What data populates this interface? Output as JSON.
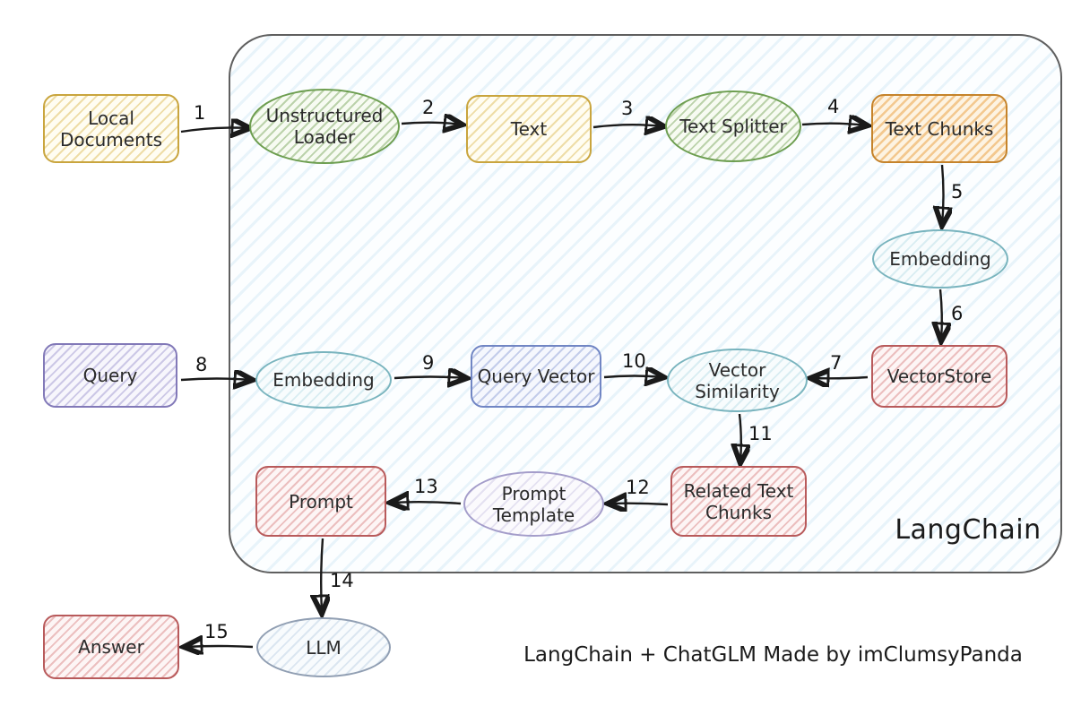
{
  "container_label": "LangChain",
  "caption": "LangChain + ChatGLM Made by imClumsyPanda",
  "colors": {
    "yellow": "#c9a53e",
    "green": "#6d9e50",
    "orange": "#c5832b",
    "teal": "#79b4be",
    "red": "#b85a5b",
    "purple": "#8279b8",
    "blue": "#7186c4",
    "lavender": "#a49dca",
    "greyblue": "#919fb3",
    "container_fill": "#eaf4fb",
    "arrow": "#1a1a1a"
  },
  "nodes": {
    "local_documents": {
      "label": "Local Documents",
      "shape": "rectangle",
      "color": "yellow"
    },
    "unstructured_loader": {
      "label": "Unstructured Loader",
      "shape": "ellipse",
      "color": "green"
    },
    "text": {
      "label": "Text",
      "shape": "rectangle",
      "color": "yellow"
    },
    "text_splitter": {
      "label": "Text Splitter",
      "shape": "ellipse",
      "color": "green"
    },
    "text_chunks": {
      "label": "Text Chunks",
      "shape": "rectangle",
      "color": "orange"
    },
    "embedding_docs": {
      "label": "Embedding",
      "shape": "ellipse",
      "color": "teal"
    },
    "vectorstore": {
      "label": "VectorStore",
      "shape": "rectangle",
      "color": "red"
    },
    "query": {
      "label": "Query",
      "shape": "rectangle",
      "color": "purple"
    },
    "embedding_query": {
      "label": "Embedding",
      "shape": "ellipse",
      "color": "teal"
    },
    "query_vector": {
      "label": "Query Vector",
      "shape": "rectangle",
      "color": "blue"
    },
    "vector_similarity": {
      "label": "Vector Similarity",
      "shape": "ellipse",
      "color": "teal"
    },
    "related_text_chunks": {
      "label": "Related Text Chunks",
      "shape": "rectangle",
      "color": "red"
    },
    "prompt_template": {
      "label": "Prompt Template",
      "shape": "ellipse",
      "color": "lavender"
    },
    "prompt": {
      "label": "Prompt",
      "shape": "rectangle",
      "color": "red"
    },
    "llm": {
      "label": "LLM",
      "shape": "ellipse",
      "color": "greyblue"
    },
    "answer": {
      "label": "Answer",
      "shape": "rectangle",
      "color": "red"
    }
  },
  "edges": [
    {
      "label": "1",
      "from": "local_documents",
      "to": "unstructured_loader"
    },
    {
      "label": "2",
      "from": "unstructured_loader",
      "to": "text"
    },
    {
      "label": "3",
      "from": "text",
      "to": "text_splitter"
    },
    {
      "label": "4",
      "from": "text_splitter",
      "to": "text_chunks"
    },
    {
      "label": "5",
      "from": "text_chunks",
      "to": "embedding_docs"
    },
    {
      "label": "6",
      "from": "embedding_docs",
      "to": "vectorstore"
    },
    {
      "label": "7",
      "from": "vectorstore",
      "to": "vector_similarity"
    },
    {
      "label": "8",
      "from": "query",
      "to": "embedding_query"
    },
    {
      "label": "9",
      "from": "embedding_query",
      "to": "query_vector"
    },
    {
      "label": "10",
      "from": "query_vector",
      "to": "vector_similarity"
    },
    {
      "label": "11",
      "from": "vector_similarity",
      "to": "related_text_chunks"
    },
    {
      "label": "12",
      "from": "related_text_chunks",
      "to": "prompt_template"
    },
    {
      "label": "13",
      "from": "prompt_template",
      "to": "prompt"
    },
    {
      "label": "14",
      "from": "prompt",
      "to": "llm"
    },
    {
      "label": "15",
      "from": "llm",
      "to": "answer"
    }
  ]
}
